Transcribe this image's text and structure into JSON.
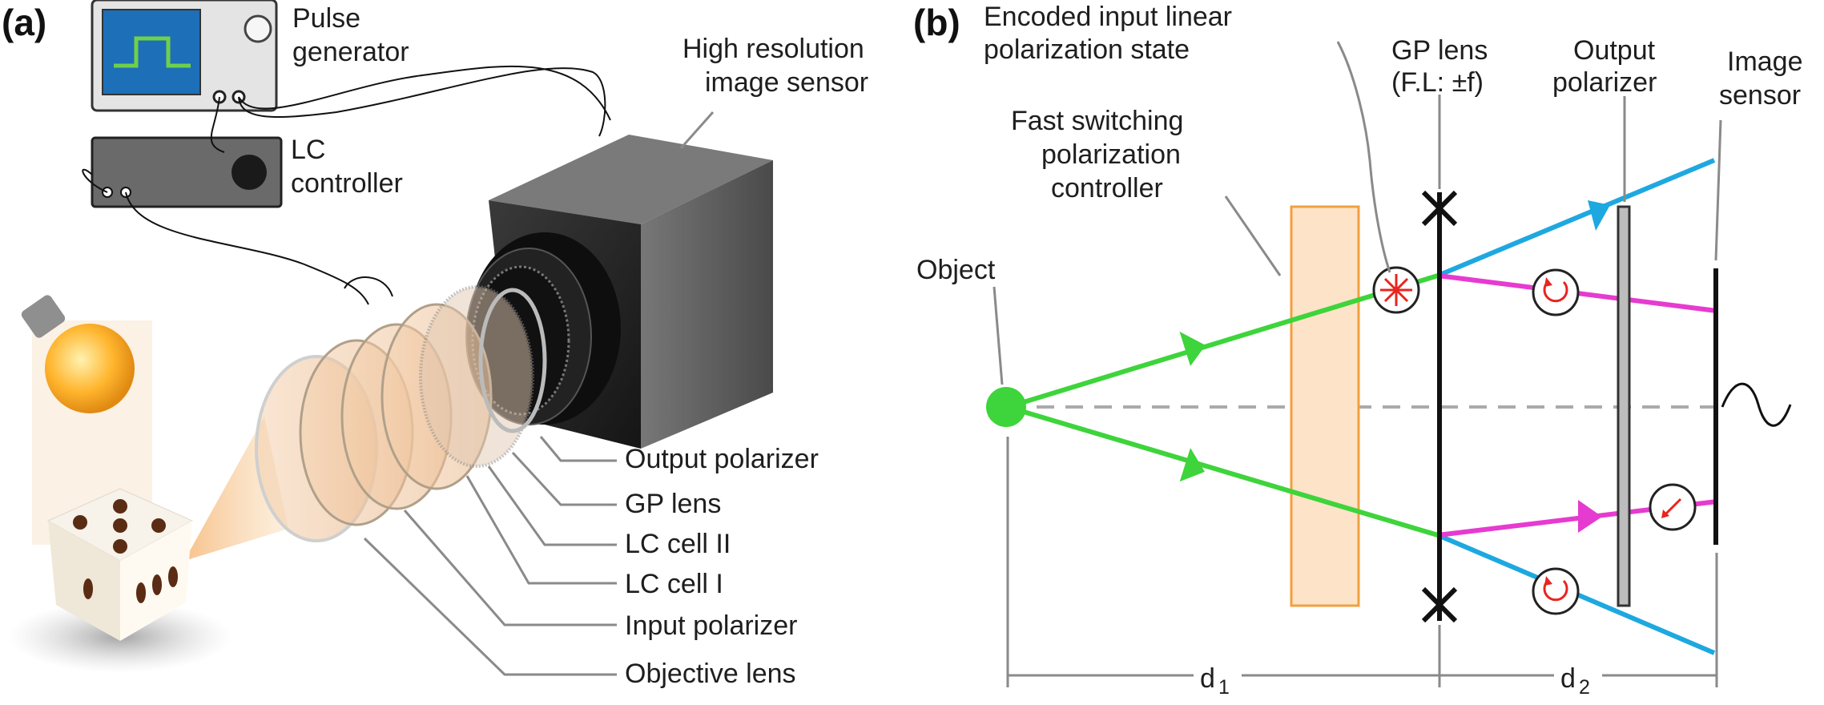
{
  "panel_a": {
    "tag": "(a)",
    "pulse_generator": [
      "Pulse",
      "generator"
    ],
    "lc_controller": [
      "LC",
      "controller"
    ],
    "image_sensor": [
      "High resolution",
      "image sensor"
    ],
    "callouts": [
      "Output polarizer",
      "GP lens",
      "LC cell II",
      "LC cell I",
      "Input polarizer",
      "Objective lens"
    ]
  },
  "panel_b": {
    "tag": "(b)",
    "encoded_state": [
      "Encoded input linear",
      "polarization state"
    ],
    "gp_lens": [
      "GP lens",
      "(F.L: ±f)"
    ],
    "output_polarizer": [
      "Output",
      "polarizer"
    ],
    "image_sensor": [
      "Image",
      "sensor"
    ],
    "controller": [
      "Fast switching",
      "polarization",
      "controller"
    ],
    "object": "Object",
    "d1": "d",
    "d1_sub": "1",
    "d2": "d",
    "d2_sub": "2"
  },
  "colors": {
    "green_ray": "#3ed43b",
    "blue_ray": "#1ea8e0",
    "magenta_ray": "#e63bd0",
    "controller_fill": "#fde3c8",
    "controller_stroke": "#f0a040",
    "red_marker": "#e8251e",
    "leader_gray": "#8a8a8a"
  }
}
